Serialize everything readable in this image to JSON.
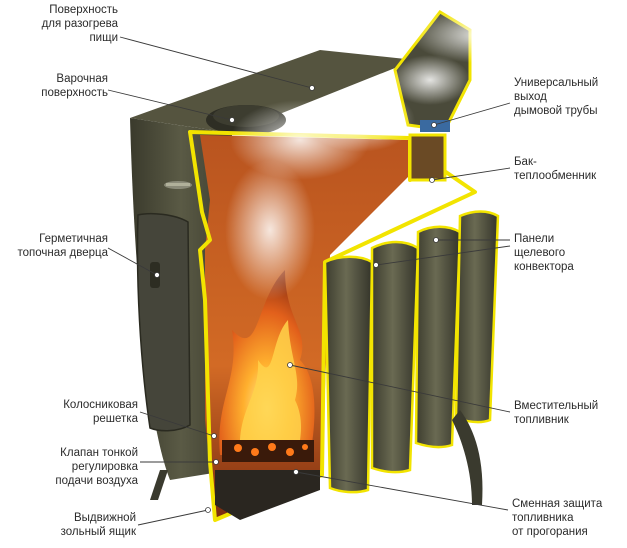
{
  "labels": {
    "surface_heating": [
      "Поверхность",
      "для разогрева",
      "пищи"
    ],
    "cooking_surface": [
      "Варочная",
      "поверхность"
    ],
    "sealed_door": [
      "Герметичная",
      "топочная дверца"
    ],
    "grate": [
      "Колосниковая",
      "решетка"
    ],
    "air_valve": [
      "Клапан тонкой",
      "регулировка",
      "подачи воздуха"
    ],
    "ash_drawer": [
      "Выдвижной",
      "зольный ящик"
    ],
    "chimney_outlet": [
      "Универсальный",
      "выход",
      "дымовой трубы"
    ],
    "heat_exchanger": [
      "Бак-",
      "теплообменник"
    ],
    "convector_panels": [
      "Панели",
      "щелевого",
      "конвектора"
    ],
    "firebox": [
      "Вместительный",
      "топливник"
    ],
    "replaceable_guard": [
      "Сменная защита",
      "топливника",
      "от прогорания"
    ]
  },
  "colors": {
    "stove_body": "#4e4d3a",
    "stove_dark": "#2f2f24",
    "cutaway_edge": "#f2e400",
    "interior": "#c25a1f",
    "flame": "#ff9a1a",
    "leader_line": "#3a3a3a"
  },
  "icons": {
    "brand_logo": "stove-logo-icon"
  }
}
